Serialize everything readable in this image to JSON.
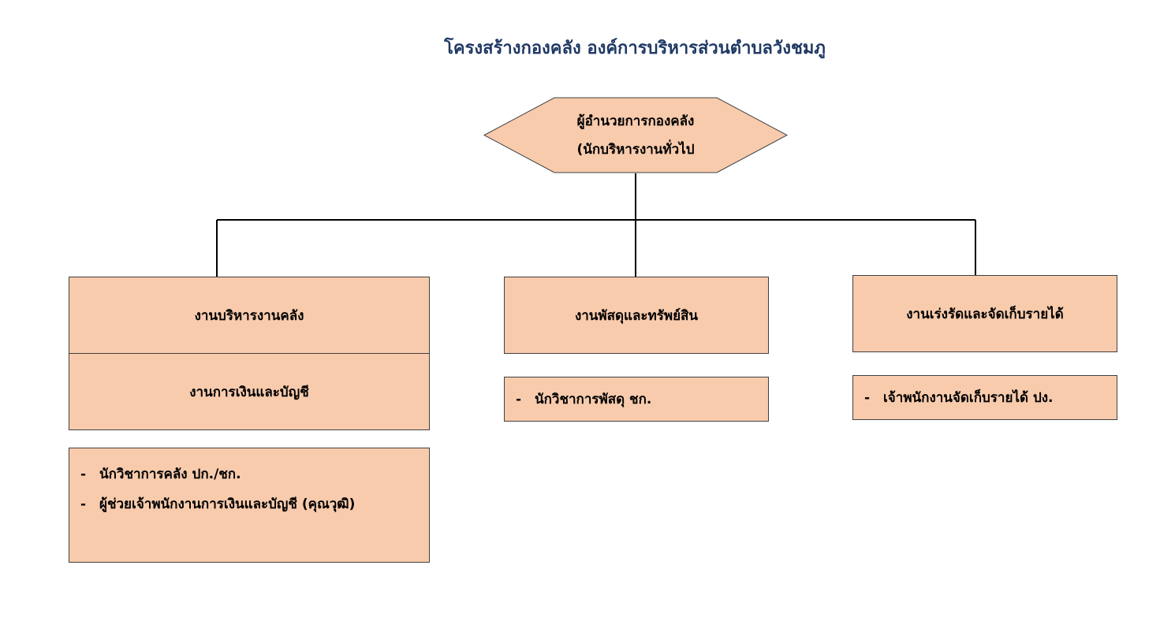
{
  "title": "โครงสร้างกองคลัง องค์การบริหารส่วนตำบลวังชมภู",
  "head": {
    "line1": "ผู้อำนวยการกองคลัง",
    "line2": "(นักบริหารงานทั่วไป"
  },
  "units": [
    {
      "name": "งานบริหารงานคลัง",
      "sub": "งานการเงินและบัญชี",
      "staff": [
        "นักวิชาการคลัง ปก./ชก.",
        "ผู้ช่วยเจ้าพนักงานการเงินและบัญชี (คุณวุฒิ)"
      ]
    },
    {
      "name": "งานพัสดุและทรัพย์สิน",
      "staff": [
        "นักวิชาการพัสดุ ชก."
      ]
    },
    {
      "name": "งานเร่งรัดและจัดเก็บรายได้",
      "staff": [
        "เจ้าพนักงานจัดเก็บรายได้ ปง."
      ]
    }
  ],
  "bullet": "-",
  "colors": {
    "box_fill": "#f8cbad",
    "title": "#1f3864",
    "line": "#000000"
  }
}
